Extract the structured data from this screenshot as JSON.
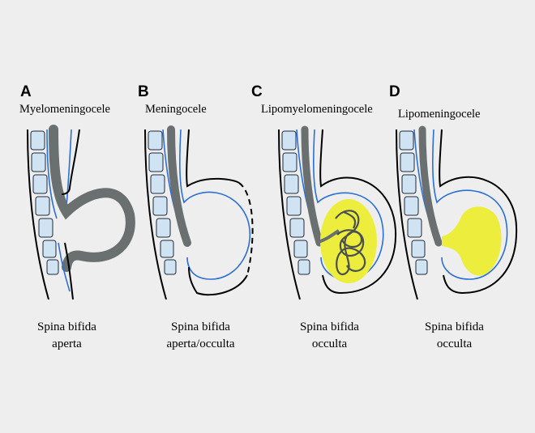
{
  "panels": [
    {
      "letter": "A",
      "name": "Myelomeningocele",
      "caption_line1": "Spina bifida",
      "caption_line2": "aperta"
    },
    {
      "letter": "B",
      "name": "Meningocele",
      "caption_line1": "Spina bifida",
      "caption_line2": "aperta/occulta"
    },
    {
      "letter": "C",
      "name": "Lipomyelomeningocele",
      "caption_line1": "Spina bifida",
      "caption_line2": "occulta"
    },
    {
      "letter": "D",
      "name": "Lipomeningocele",
      "caption_line1": "Spina bifida",
      "caption_line2": "occulta"
    }
  ],
  "colors": {
    "background": "#eeeeee",
    "vertebra": "#cfe3f3",
    "dura": "#2b6fd6",
    "cord": "#6a6f70",
    "lipoma": "#eced3c",
    "skin": "#000000"
  }
}
